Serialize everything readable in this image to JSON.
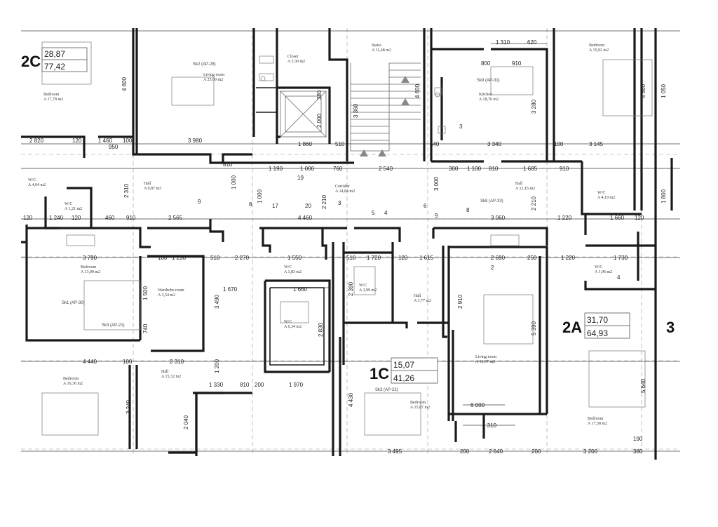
{
  "units": [
    {
      "code": "2C",
      "living_area": "28,87",
      "total_area": "77,42"
    },
    {
      "code": "1C",
      "living_area": "15,07",
      "total_area": "41,26"
    },
    {
      "code": "2A",
      "living_area": "31,70",
      "total_area": "64,93"
    },
    {
      "code": "3",
      "living_area": "",
      "total_area": ""
    }
  ],
  "rooms": [
    {
      "name": "Bedroom",
      "area": "A 17,78 m2"
    },
    {
      "name": "Living room",
      "area": "A 23,09 m2"
    },
    {
      "name": "Closet",
      "area": "A 3,30 m2"
    },
    {
      "name": "Stairs",
      "area": "A 11,48 m2"
    },
    {
      "name": "Kitchen",
      "area": "A 18,76 m2"
    },
    {
      "name": "Bedroom",
      "area": "A 15,92 m2"
    },
    {
      "name": "W/C",
      "area": "A 1,21 m2"
    },
    {
      "name": "W/C",
      "area": "A 4,64 m2"
    },
    {
      "name": "Hall",
      "area": "A 9,87 m2"
    },
    {
      "name": "Corridor",
      "area": "A 14,84 m2"
    },
    {
      "name": "Hall",
      "area": "A 12,16 m2"
    },
    {
      "name": "W/C",
      "area": "A 4,19 m2"
    },
    {
      "name": "Bedroom",
      "area": "A 13,09 m2"
    },
    {
      "name": "Wardrobe room",
      "area": "A 3,54 m2"
    },
    {
      "name": "W/C",
      "area": "A 1,83 m2"
    },
    {
      "name": "W/C",
      "area": "A 6,34 m2"
    },
    {
      "name": "W/C",
      "area": "A 3,99 m2"
    },
    {
      "name": "Hall",
      "area": "A 3,77 m2"
    },
    {
      "name": "W/C",
      "area": "A 1,96 m2"
    },
    {
      "name": "Living room",
      "area": "A 19,37 m2"
    },
    {
      "name": "Bedroom",
      "area": "A 16,36 m2"
    },
    {
      "name": "Hall",
      "area": "A 15,32 m2"
    },
    {
      "name": "Bedroom",
      "area": "A 15,87 m2"
    },
    {
      "name": "Bedroom",
      "area": "A 17,58 m2"
    }
  ],
  "annotations": [
    {
      "text": "Sk2 (AP-28)"
    },
    {
      "text": "Sk9 (AP-31)"
    },
    {
      "text": "Sk8 (AP-33)"
    },
    {
      "text": "Sk1 (AP-30)"
    },
    {
      "text": "Sk3 (AP-21)"
    },
    {
      "text": "Sk3 (AP-22)"
    }
  ],
  "dimensions": {
    "top_row": [
      "2 820",
      "120",
      "1 460",
      "950",
      "100",
      "3 980",
      "810",
      "1 190",
      "1 000",
      "760",
      "2 540",
      "300",
      "1 100",
      "810",
      "1 685",
      "910",
      "100",
      "3 145"
    ],
    "mid_row": [
      "120",
      "1 240",
      "120",
      "460",
      "910",
      "2 565",
      "4 460",
      "3 060",
      "1 220",
      "1 660",
      "120"
    ],
    "low_row": [
      "3 790",
      "100",
      "1 230",
      "510",
      "2 270",
      "1 550",
      "510",
      "1 720",
      "120",
      "1 615",
      "2 690",
      "250",
      "1 220",
      "1 730"
    ],
    "bottom_row": [
      "4 440",
      "100",
      "2 310",
      "1 330",
      "810",
      "200",
      "1 970",
      "3 495",
      "200",
      "2 640",
      "200",
      "3 200",
      "190",
      "380"
    ],
    "misc": [
      "1 310",
      "620",
      "800",
      "910",
      "4 600",
      "3 360",
      "4 600",
      "3 280",
      "2 000",
      "380",
      "510",
      "1 860",
      "640",
      "3 340",
      "1 670",
      "1 660",
      "2 830",
      "2 390",
      "5 390",
      "4 430",
      "6 000",
      "1 310",
      "3 240",
      "2 040",
      "1 200",
      "3 490",
      "1 500",
      "740",
      "2 910",
      "2 310",
      "1 000",
      "1 000",
      "2 210",
      "3 000",
      "2 210",
      "1 800",
      "1 050",
      "4 560",
      "5 640"
    ]
  },
  "labels": {
    "closet_no": "3",
    "grid_numbers": [
      "9",
      "8",
      "17",
      "20",
      "3",
      "5",
      "4",
      "6",
      "8",
      "9",
      "19",
      "2",
      "4"
    ]
  }
}
